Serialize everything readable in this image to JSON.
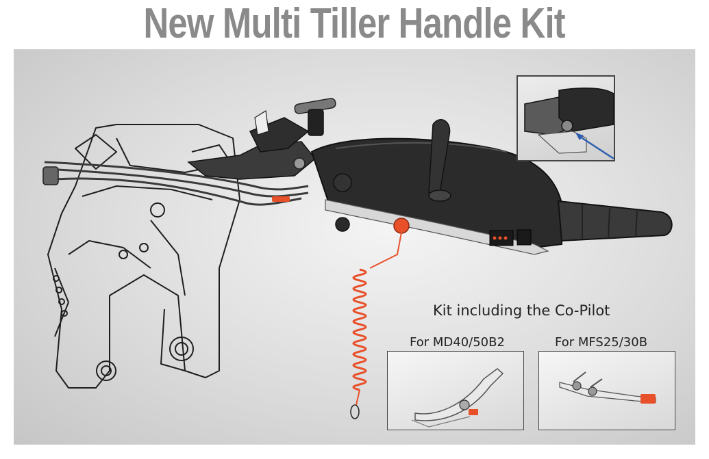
{
  "title": "New Multi Tiller Handle Kit",
  "kit_caption": "Kit including the Co-Pilot",
  "variants": [
    {
      "label": "For MD40/50B2"
    },
    {
      "label": "For MFS25/30B"
    }
  ],
  "colors": {
    "title_gray": "#8a8a8a",
    "handle_black": "#2b2b2b",
    "cord_red": "#e8502a",
    "arrow_blue": "#2f5fb0"
  },
  "icons": [
    "tiller-handle-illustration",
    "coiled-lanyard-icon",
    "detail-inset-arrow-icon",
    "copilot-md-part-icon",
    "copilot-mfs-part-icon"
  ]
}
